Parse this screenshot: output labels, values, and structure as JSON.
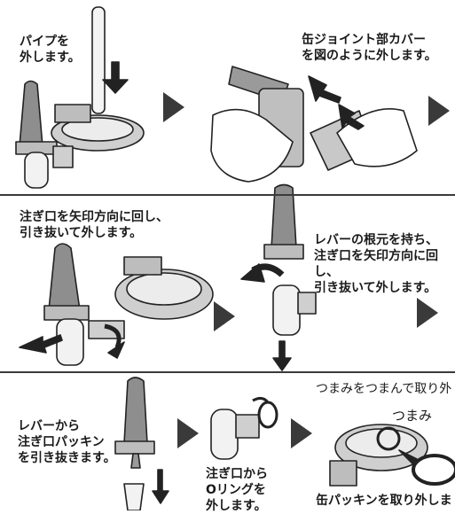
{
  "steps": {
    "s1": "パイプを\n外します。",
    "s2": "缶ジョイント部カバー\nを図のように外します。",
    "s3": "注ぎ口を矢印方向に回し、\n引き抜いて外します。",
    "s4": "レバーの根元を持ち、\n注ぎ口を矢印方向に回し、\n引き抜いて外します。",
    "s5": "レバーから\n注ぎ口パッキン\nを引き抜きます。",
    "s6": "注ぎ口から\nOリングを\n外します。",
    "s7": "つまみをつまんで取り外",
    "s7_label": "つまみ",
    "s8": "缶パッキンを取り外しま"
  },
  "colors": {
    "ink": "#3a3a3a",
    "panel": "#d6d6d6",
    "dark": "#5a5a5a"
  }
}
